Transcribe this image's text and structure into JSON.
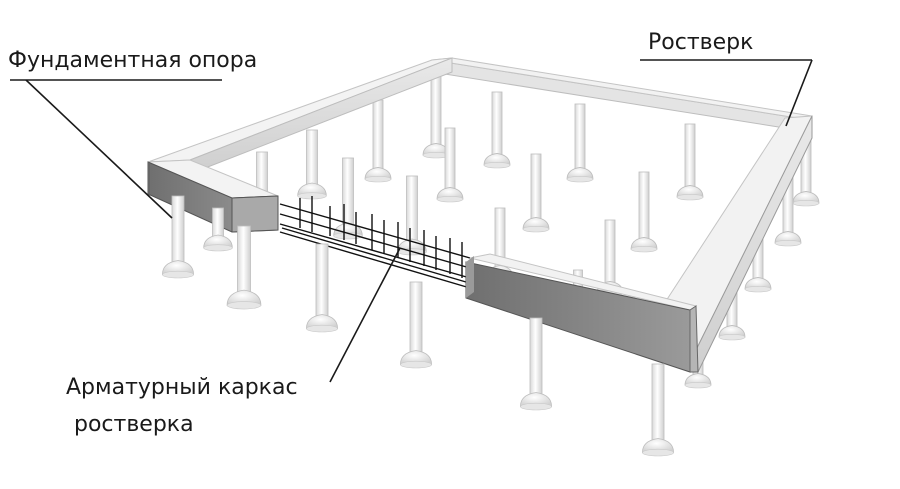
{
  "labels": {
    "foundation_support": "Фундаментная опора",
    "grillage": "Ростверк",
    "rebar_cage_line1": "Арматурный каркас",
    "rebar_cage_line2": "ростверка"
  },
  "colors": {
    "beam_top": "#efefef",
    "beam_side": "#7a7a7a",
    "beam_front": "#8c8c8c",
    "pile": "#f4f4f4",
    "pile_stroke": "#bdbdbd",
    "ink": "#1a1a1a"
  }
}
